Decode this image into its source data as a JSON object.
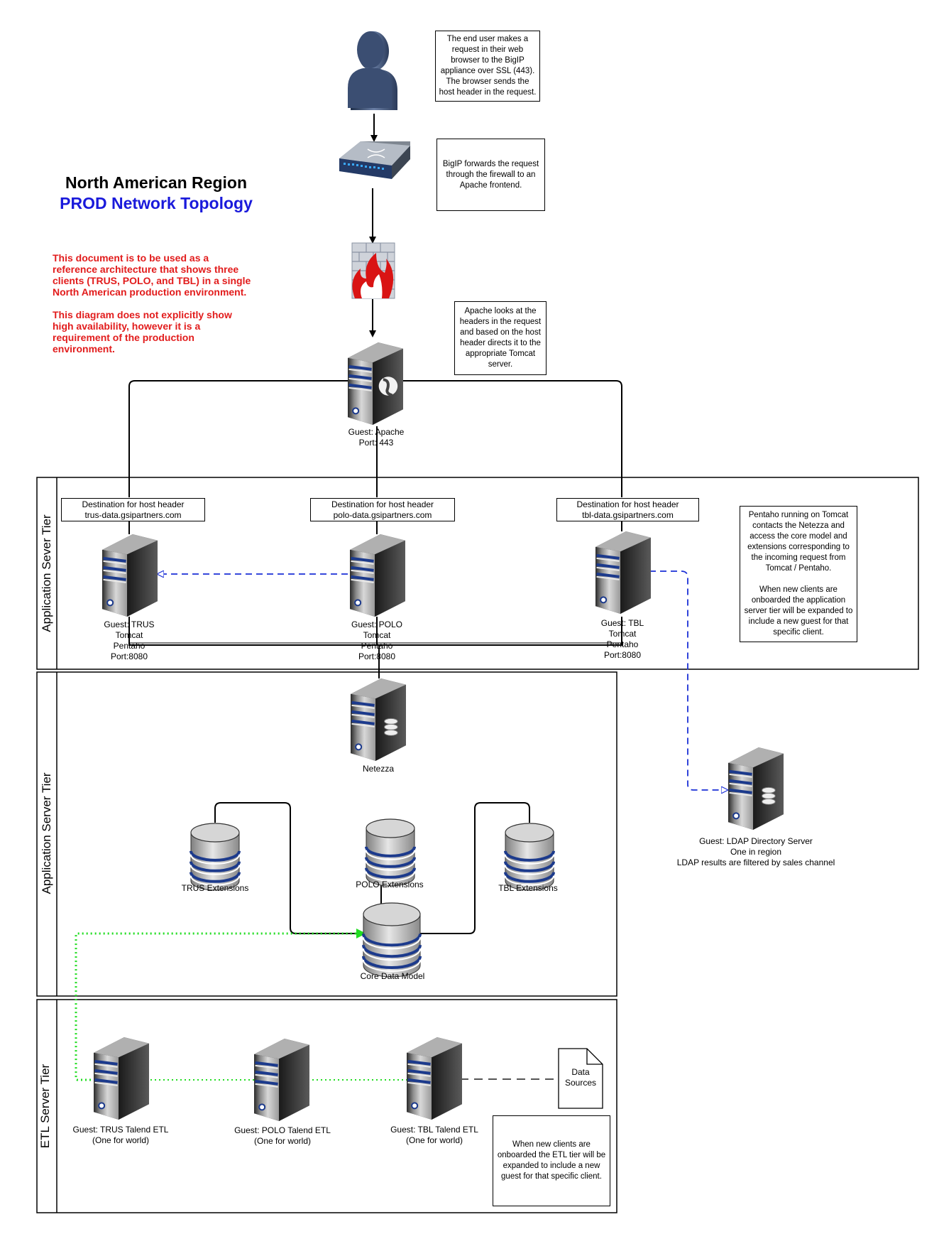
{
  "title": {
    "line1": "North American Region",
    "line2": "PROD Network Topology"
  },
  "description": {
    "para1": "This document is to be used as a\nreference architecture that shows three\nclients (TRUS, POLO, and TBL) in a single\nNorth American production environment.",
    "para2": "This diagram does not explicitly show\nhigh availability, however it is a\nrequirement of the production\nenvironment."
  },
  "notes": {
    "end_user": "The end user makes a\nrequest in their web\nbrowser to the BigIP\nappliance over SSL (443).\nThe browser sends the\nhost header in the request.",
    "bigip": "BigIP forwards the request\nthrough the firewall to an\nApache frontend.",
    "apache": "Apache looks at the\nheaders in the request\nand based on the host\nheader directs it to the\nappropriate Tomcat\nserver.",
    "pentaho": "Pentaho running on Tomcat\ncontacts the Netezza and\naccess the core model and\nextensions corresponding to\nthe incoming request from\nTomcat / Pentaho.\n\nWhen new clients are\nonboarded the application\nserver tier will be expanded to\ninclude a new guest for that\nspecific client.",
    "etl": "When new clients are\nonboarded the ETL tier will be\nexpanded to include a new\nguest for that specific client."
  },
  "destinations": {
    "trus": "Destination for host header\ntrus-data.gsipartners.com",
    "polo": "Destination for host header\npolo-data.gsipartners.com",
    "tbl": "Destination for host header\ntbl-data.gsipartners.com"
  },
  "servers": {
    "apache": "Guest: Apache\nPort: 443",
    "trus": "Guest: TRUS\nTomcat\nPentaho\nPort:8080",
    "polo": "Guest: POLO\nTomcat\nPentaho\nPort:8080",
    "tbl": "Guest: TBL\nTomcat\nPentaho\nPort:8080",
    "netezza": "Netezza",
    "ldap": "Guest: LDAP Directory Server\nOne in region\nLDAP results are filtered by sales channel",
    "trus_etl": "Guest: TRUS Talend ETL\n(One for world)",
    "polo_etl": "Guest: POLO Talend ETL\n(One for world)",
    "tbl_etl": "Guest: TBL Talend ETL\n(One for world)"
  },
  "databases": {
    "trus_ext": "TRUS Extensions",
    "polo_ext": "POLO Extensions",
    "tbl_ext": "TBL Extensions",
    "core": "Core Data Model"
  },
  "data_sources": "Data\nSources",
  "tiers": {
    "app1": "Application Sever Tier",
    "app2": "Application Server Tier",
    "etl": "ETL Server Tier"
  },
  "colors": {
    "ldap_link": "#1a2fd6",
    "etl_link": "#22dd22",
    "title_blue": "#1a1adb",
    "warning_red": "#e21c1c"
  }
}
